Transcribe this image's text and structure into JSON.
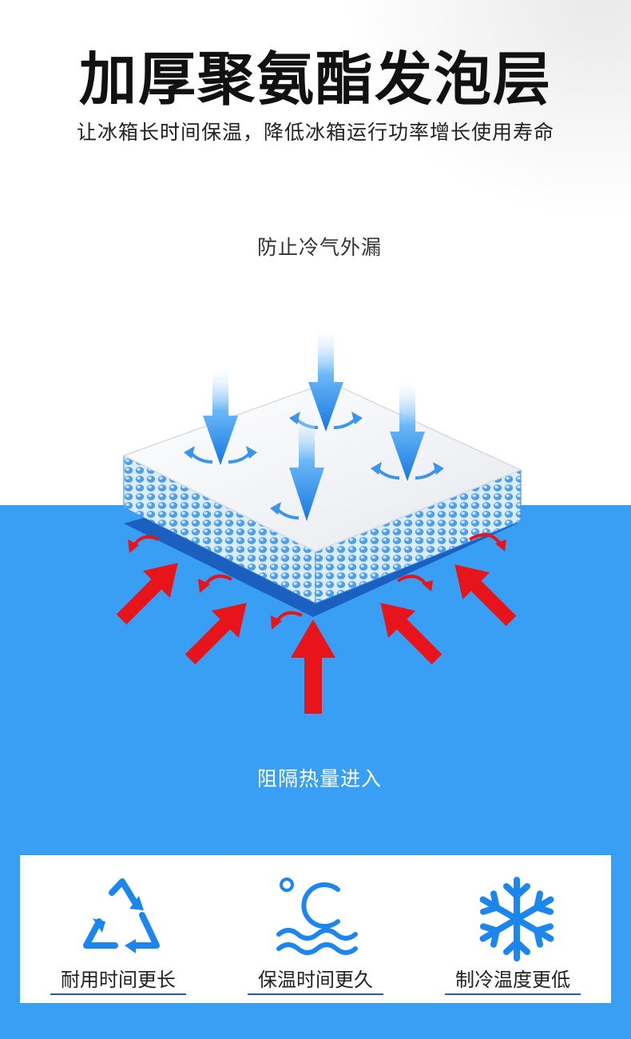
{
  "header": {
    "title": "加厚聚氨酯发泡层",
    "subtitle": "让冰箱长时间保温，降低冰箱运行功率增长使用寿命"
  },
  "diagram": {
    "top_caption": "防止冷气外漏",
    "bottom_caption": "阻隔热量进入"
  },
  "features": [
    {
      "label": "耐用时间更长",
      "icon": "recycle-icon"
    },
    {
      "label": "保温时间更久",
      "icon": "celsius-water-icon"
    },
    {
      "label": "制冷温度更低",
      "icon": "snowflake-icon"
    }
  ],
  "colors": {
    "band_blue": "#389ff4",
    "cold_arrow_blue": "#2a88e8",
    "heat_arrow_red": "#e8141b",
    "icon_blue": "#1c86ee"
  }
}
